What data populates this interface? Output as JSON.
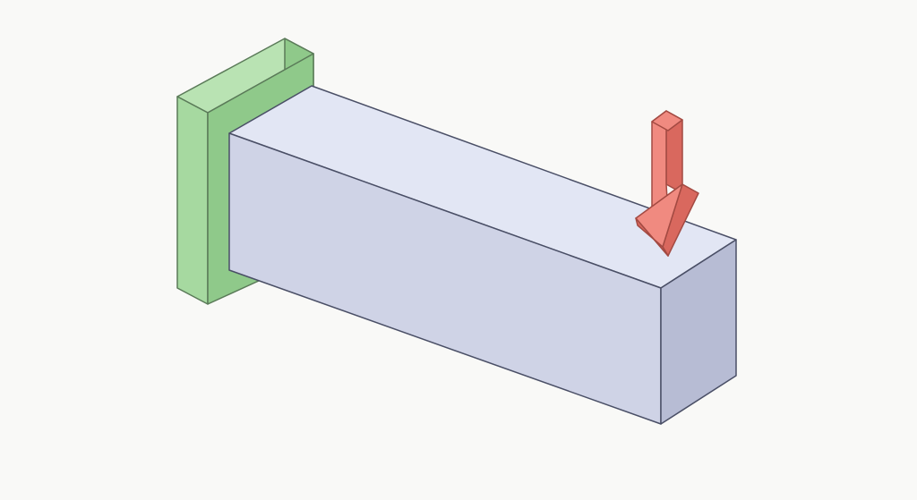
{
  "diagram": {
    "type": "cantilever-beam-isometric",
    "components": [
      {
        "id": "fixed-support",
        "role": "wall support"
      },
      {
        "id": "beam",
        "role": "rectangular beam"
      },
      {
        "id": "load-arrow",
        "role": "downward point load at free end"
      }
    ]
  },
  "colors": {
    "background": "#f9f9f7",
    "support_front": "#a6d9a0",
    "support_side": "#8fc98a",
    "support_top": "#b9e3b3",
    "support_stroke": "#5a7a58",
    "beam_top": "#e2e6f4",
    "beam_front": "#cfd3e6",
    "beam_end": "#b7bcd4",
    "beam_stroke": "#4a4f66",
    "arrow_front": "#f08a80",
    "arrow_side": "#d9685e",
    "arrow_stroke": "#a34a42"
  }
}
